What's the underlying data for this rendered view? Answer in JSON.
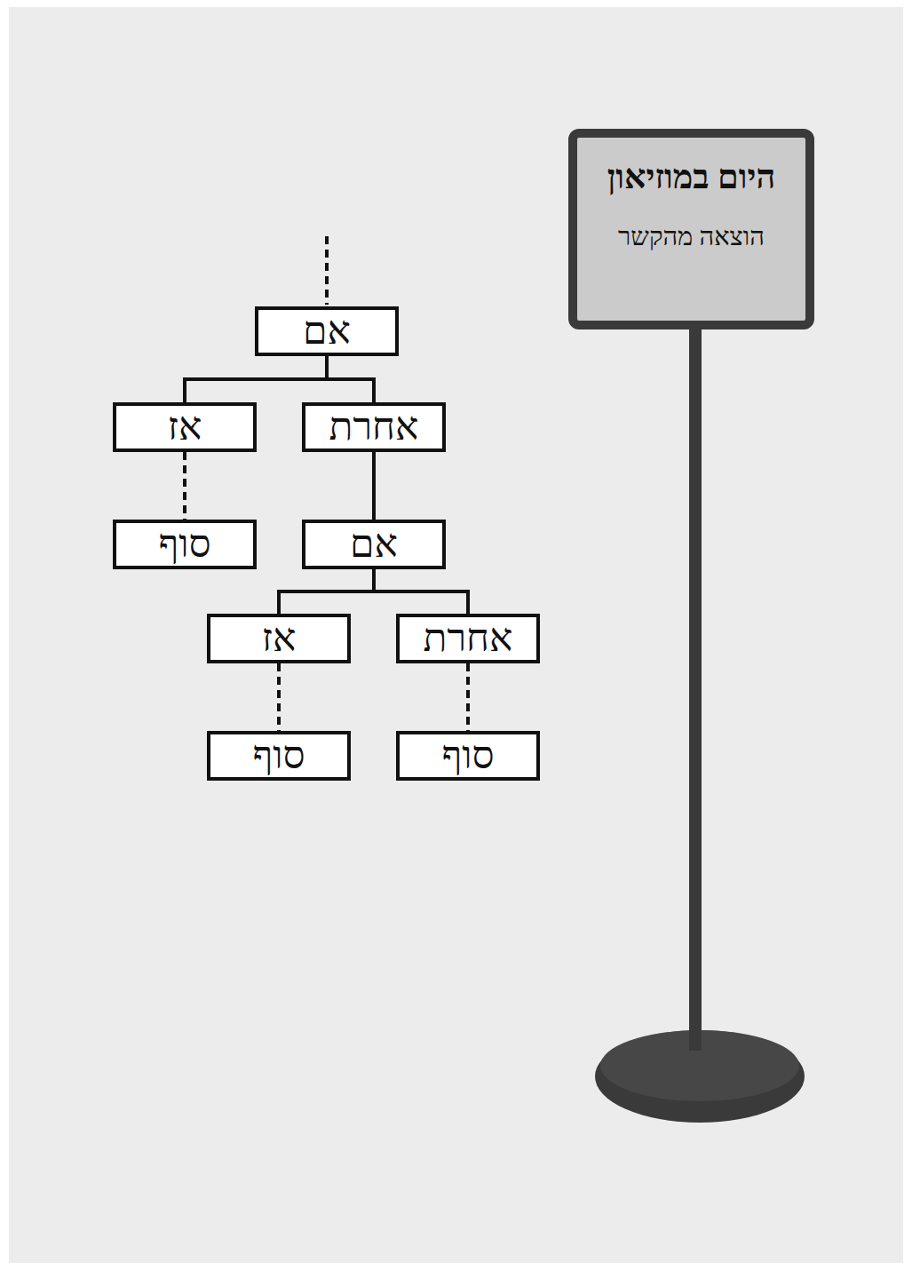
{
  "diagram": {
    "nodes": [
      {
        "text": [
          "אם"
        ]
      },
      {
        "text": [
          "אחרת"
        ]
      },
      {
        "text": [
          "אז"
        ]
      },
      {
        "text": [
          "סוף"
        ]
      },
      {
        "text": [
          "אם"
        ]
      },
      {
        "text": [
          "אחרת"
        ]
      },
      {
        "text": [
          "אז"
        ]
      },
      {
        "text": [
          "סוף"
        ]
      },
      {
        "text": [
          "סוף"
        ]
      },
      {
        "text": [
          "היום במוזיאון",
          "הוצאה מהקשר"
        ]
      }
    ],
    "edges": [
      {
        "from": 0,
        "to": 1,
        "arrow": "none"
      },
      {
        "from": 0,
        "to": 2,
        "arrow": "none"
      },
      {
        "from": 2,
        "to": 3,
        "arrow": "none"
      },
      {
        "from": 1,
        "to": 4,
        "arrow": "none"
      },
      {
        "from": 4,
        "to": 5,
        "arrow": "none"
      },
      {
        "from": 4,
        "to": 6,
        "arrow": "none"
      },
      {
        "from": 5,
        "to": 7,
        "arrow": "none"
      },
      {
        "from": 6,
        "to": 8,
        "arrow": "none"
      }
    ]
  }
}
